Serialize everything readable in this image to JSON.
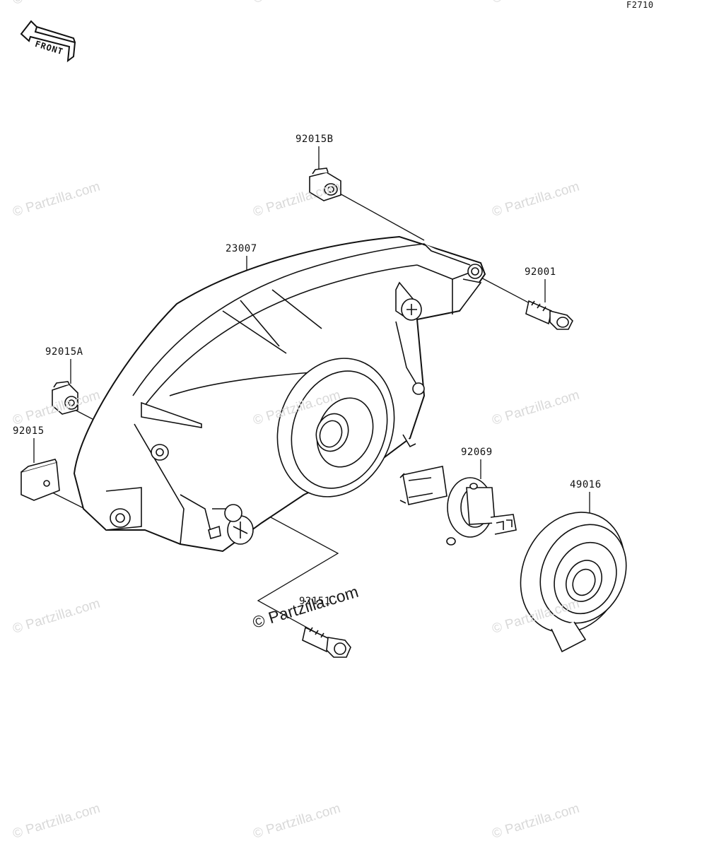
{
  "diagram": {
    "code": "F2710",
    "front_label": "FRONT",
    "parts": {
      "p92015B": "92015B",
      "p23007": "23007",
      "p92001": "92001",
      "p92015A": "92015A",
      "p92015": "92015",
      "p92069": "92069",
      "p49016": "49016",
      "p92151": "92151"
    },
    "watermark": "© Partzilla.com",
    "watermark_overlay": "© Partzilla.com"
  }
}
